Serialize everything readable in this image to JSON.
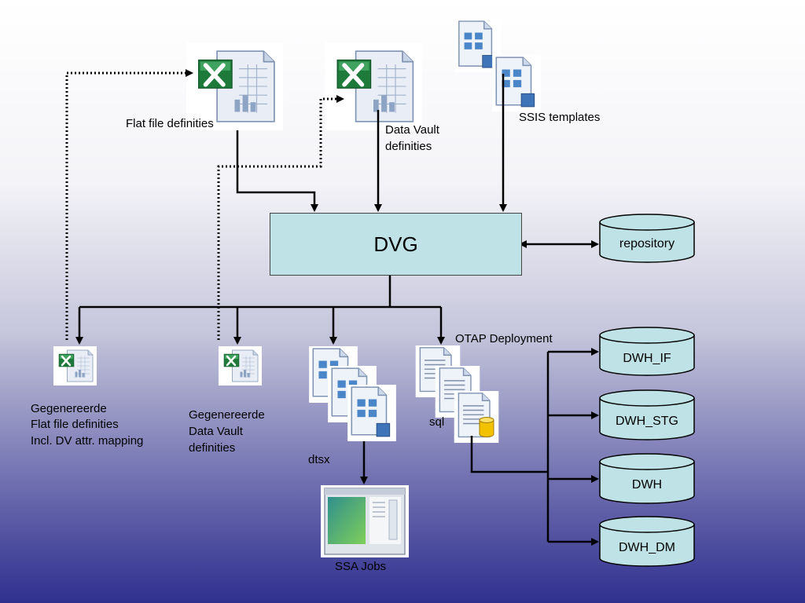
{
  "labels": {
    "flat_file": "Flat file definities",
    "dv_line1": "Data Vault",
    "dv_line2": "definities",
    "ssis": "SSIS templates",
    "dvg": "DVG",
    "repository": "repository",
    "gen_flat_line1": "Gegenereerde",
    "gen_flat_line2": "Flat file definities",
    "gen_flat_line3": "Incl. DV attr. mapping",
    "gen_dv_line1": "Gegenereerde",
    "gen_dv_line2": "Data Vault",
    "gen_dv_line3": "definities",
    "dtsx": "dtsx",
    "sql": "sql",
    "otap": "OTAP Deployment",
    "ssa_jobs": "SSA Jobs"
  },
  "databases": [
    "DWH_IF",
    "DWH_STG",
    "DWH",
    "DWH_DM"
  ],
  "colors": {
    "dvg_fill": "#bfe2e6",
    "db_fill": "#bfe2e6",
    "excel_green": "#1e7a3a",
    "ssis_blue": "#4a86c8",
    "db_icon_yellow": "#f2c200"
  },
  "icons": [
    "excel-file-icon",
    "ssis-package-icon",
    "sql-file-icon",
    "database-icon",
    "ssa-jobs-window-icon"
  ]
}
